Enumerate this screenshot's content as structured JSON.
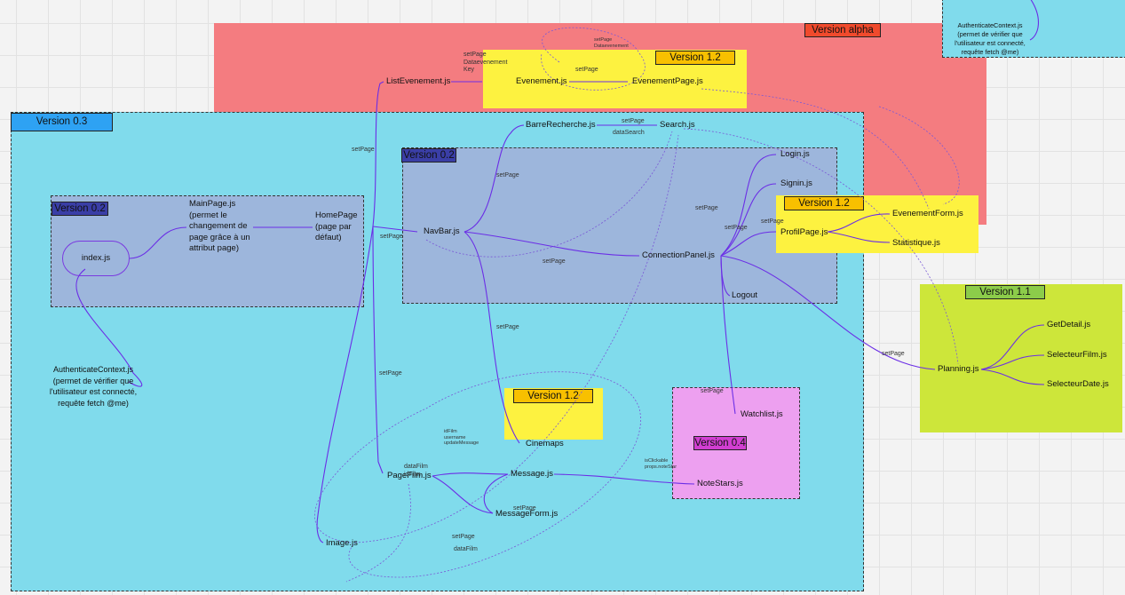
{
  "groups": {
    "alpha": "Version alpha",
    "v03": "Version 0.3",
    "v02_home": "Version 0.2",
    "v02_nav": "Version 0.2",
    "v12_event": "Version 1.2",
    "v12_profil": "Version 1.2",
    "v12_cinemaps": "Version 1.2",
    "v11": "Version 1.1",
    "v04": "Version 0.4"
  },
  "nodes": {
    "auth_top": "AuthenticateContext.js\n(permet de vérifier que\nl'utilisateur est connecté,\nrequête fetch @me)",
    "list_evenement": "ListEvenement.js",
    "evenement": "Evenement.js",
    "evenement_page": "EvenementPage.js",
    "barre_recherche": "BarreRecherche.js",
    "search": "Search.js",
    "main_page": "MainPage.js\n(permet le\nchangement de\npage grâce à un\nattribut page)",
    "home_page": "HomePage\n(page par\ndéfaut)",
    "index": "index.js",
    "navbar": "NavBar.js",
    "login": "Login.js",
    "signin": "Signin.js",
    "profil_page": "ProfilPage.js",
    "evenement_form": "EvenementForm.js",
    "statistique": "Statistique.js",
    "connection_panel": "ConnectionPanel.js",
    "logout": "Logout",
    "auth_left": "AuthenticateContext.js\n(permet de vérifier que\nl'utilisateur est connecté,\nrequête fetch @me)",
    "planning": "Planning.js",
    "get_detail": "GetDetail.js",
    "selecteur_film": "SelecteurFilm.js",
    "selecteur_date": "SelecteurDate.js",
    "watchlist": "Watchlist.js",
    "cinemaps": "Cinemaps",
    "page_film": "PageFilm.js",
    "message": "Message.js",
    "message_form": "MessageForm.js",
    "note_stars": "NoteStars.js",
    "image": "Image.js"
  },
  "labels": {
    "setpage_list": "setPage\nDataevenement\nKey",
    "setpage_top": "setPage\nDataevenement",
    "setpage_evt": "setPage",
    "setpage_search": "setPage",
    "data_search": "dataSearch",
    "setpage_left": "setPage",
    "setpage_navbar": "setPage",
    "setpage_barre": "setPage",
    "setpage_conn": "setPage",
    "setpage_login": "setPage",
    "setpage_signin": "setPage",
    "setpage_profil": "setPage",
    "setpage_cinemaps": "setPage",
    "setpage_planning": "setPage",
    "setpage_pagefilm": "setPage",
    "setpage_watchlist": "setPage",
    "id_film": "idFilm\nusername\nupdateMessage",
    "data_film_top": "dataFilm\nidFilm",
    "is_clickable": "isClickable\nprops.noteStar",
    "setpage_msgform": "setPage",
    "setpage_image": "setPage",
    "data_film_bottom": "dataFilm"
  },
  "colors": {
    "alpha_bg": "#f47c80",
    "alpha_tag": "#f04a2c",
    "cyan_bg": "#80dbec",
    "v03_tag": "#2ea2f3",
    "blue_area": "#9db6dc",
    "v02_tag": "#3a3ea6",
    "yellow": "#fdf240",
    "yellow_tag": "#f8c000",
    "green": "#cde63a",
    "green_tag": "#8ccc4a",
    "pink": "#eda0f0",
    "pink_tag": "#d13ed2",
    "edge": "#6b2ee6"
  }
}
